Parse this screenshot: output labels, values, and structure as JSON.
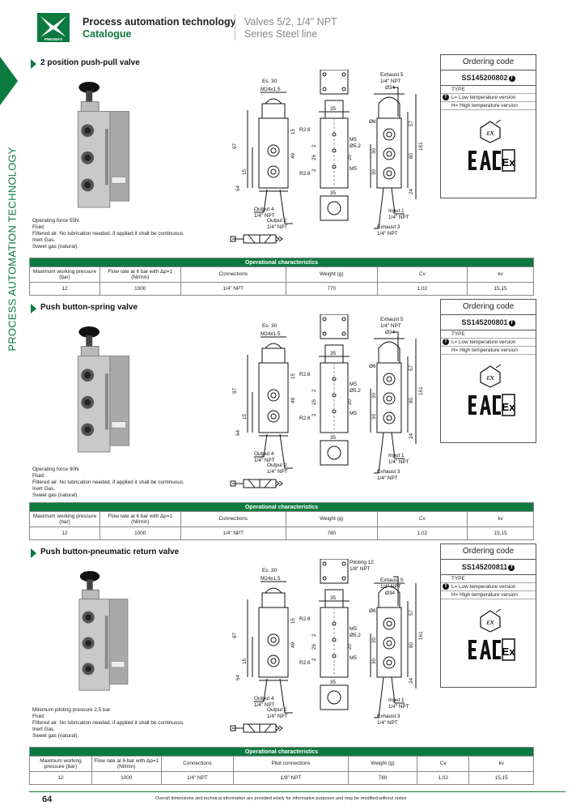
{
  "header": {
    "title": "Process automation technology",
    "subtitle": "Catalogue",
    "right_line1": "Valves 5/2, 1/4\" NPT",
    "right_line2": "Series Steel line",
    "logo_text": "PNEUMAX"
  },
  "side_label": "PROCESS AUTOMATION TECHNOLOGY",
  "ordering_head": "Ordering code",
  "type_label": "TYPE",
  "type_L": "L= Low temperature version",
  "type_H": "H= High temperature version",
  "t_symbol": "T",
  "op_head": "Operational characteristics",
  "dims": {
    "es30": "Es. 30",
    "m24": "M24x1.5",
    "d35": "35",
    "d97": "97",
    "d64": "64",
    "d15": "15",
    "d49": "49",
    "r26": "R2.6",
    "d2": "2",
    "d26": "26",
    "m5": "M5",
    "o52": "Ø5.2",
    "d20": "20",
    "o34": "Ø34",
    "o6": "Ø6",
    "d57": "57",
    "d30": "30",
    "d80": "80",
    "d161": "161",
    "d24": "24",
    "exhaust5": "Exhaust 5",
    "exhaust3": "Exhaust 3",
    "input1": "Input 1",
    "output4": "Output 4",
    "output2": "Output 2",
    "piloting12": "Piloting 12",
    "npt14": "1/4\" NPT",
    "npt18": "1/8\" NPT"
  },
  "sections": [
    {
      "title": "2 position push-pull valve",
      "code": "SS145200802",
      "notes": [
        "Operating force 55N.",
        "Fluid:",
        "Filtered air. No lubrication needed, if applied it shall be continuous.",
        "Inert Gas.",
        "Sweet gas (natural)."
      ],
      "columns": [
        "Maximum working pressure (bar)",
        "Flow rate at 6 bar with Δp=1 (Nl/min)",
        "Connections",
        "Weight (g)",
        "Cv",
        "kv"
      ],
      "values": [
        "12",
        "1000",
        "1/4\" NPT",
        "770",
        "1,02",
        "15,15"
      ]
    },
    {
      "title": "Push button-spring valve",
      "code": "SS145200801",
      "notes": [
        "Operating force 90N",
        "Fluid:",
        "Filtered air. No lubrication needed, if applied it shall be continuous.",
        "Inert Gas.",
        "Sweet gas (natural)."
      ],
      "columns": [
        "Maximum working pressure (bar)",
        "Flow rate at 6 bar with Δp=1 (Nl/min)",
        "Connections",
        "Weight (g)",
        "Cv",
        "kv"
      ],
      "values": [
        "12",
        "1000",
        "1/4\" NPT",
        "780",
        "1,02",
        "15,15"
      ]
    },
    {
      "title": "Push button-pneumatic return valve",
      "code": "SS145200811",
      "notes": [
        "Minimum piloting pressure 2,5 bar",
        "Fluid:",
        "Filtered air. No lubrication needed, if applied it shall be continuous.",
        "Inert Gas.",
        "Sweet gas (natural)."
      ],
      "columns": [
        "Maximum working pressure (bar)",
        "Flow rate at 6 bar with Δp=1 (Nl/min)",
        "Connections",
        "Pilot connections",
        "Weight (g)",
        "Cv",
        "kv"
      ],
      "values": [
        "12",
        "1000",
        "1/4\" NPT",
        "1/8\" NPT",
        "780",
        "1,02",
        "15,15"
      ]
    }
  ],
  "footer": {
    "page": "64",
    "note": "Overall dimensions and technical information are provided solely for informative purposes and may be modified without notice"
  },
  "colors": {
    "brand_green": "#0b7a3e"
  }
}
